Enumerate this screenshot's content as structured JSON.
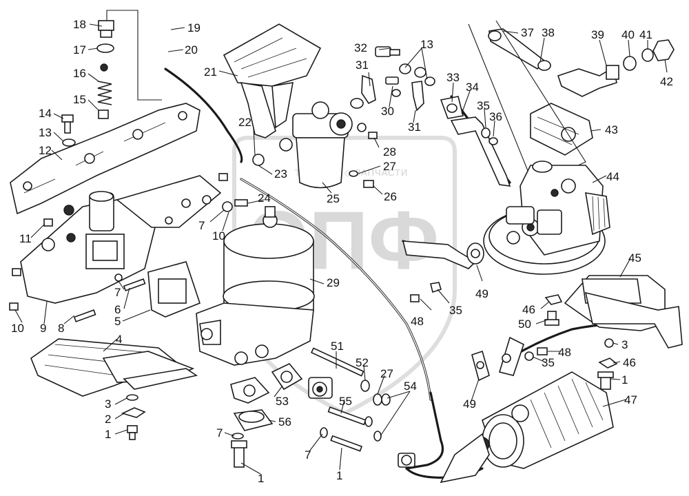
{
  "watermark": {
    "brand": "ЭПФ",
    "caption": "ТЕХНИКА ◇ ЗАПЧАСТИ"
  },
  "callouts": [
    {
      "id": "c18",
      "label": "18"
    },
    {
      "id": "c17",
      "label": "17"
    },
    {
      "id": "c16",
      "label": "16"
    },
    {
      "id": "c15",
      "label": "15"
    },
    {
      "id": "c14",
      "label": "14"
    },
    {
      "id": "c13a",
      "label": "13"
    },
    {
      "id": "c12",
      "label": "12"
    },
    {
      "id": "c11",
      "label": "11"
    },
    {
      "id": "c10a",
      "label": "10"
    },
    {
      "id": "c9",
      "label": "9"
    },
    {
      "id": "c8",
      "label": "8"
    },
    {
      "id": "c7a",
      "label": "7"
    },
    {
      "id": "c6",
      "label": "6"
    },
    {
      "id": "c5",
      "label": "5"
    },
    {
      "id": "c4",
      "label": "4"
    },
    {
      "id": "c3a",
      "label": "3"
    },
    {
      "id": "c2",
      "label": "2"
    },
    {
      "id": "c1a",
      "label": "1"
    },
    {
      "id": "c19",
      "label": "19"
    },
    {
      "id": "c20",
      "label": "20"
    },
    {
      "id": "c21",
      "label": "21"
    },
    {
      "id": "c22",
      "label": "22"
    },
    {
      "id": "c23",
      "label": "23"
    },
    {
      "id": "c24",
      "label": "24"
    },
    {
      "id": "c7b",
      "label": "7"
    },
    {
      "id": "c10b",
      "label": "10"
    },
    {
      "id": "c25",
      "label": "25"
    },
    {
      "id": "c26",
      "label": "26"
    },
    {
      "id": "c27a",
      "label": "27"
    },
    {
      "id": "c28",
      "label": "28"
    },
    {
      "id": "c29",
      "label": "29"
    },
    {
      "id": "c30",
      "label": "30"
    },
    {
      "id": "c31a",
      "label": "31"
    },
    {
      "id": "c31b",
      "label": "31"
    },
    {
      "id": "c32",
      "label": "32"
    },
    {
      "id": "c13b",
      "label": "13"
    },
    {
      "id": "c33",
      "label": "33"
    },
    {
      "id": "c34",
      "label": "34"
    },
    {
      "id": "c35a",
      "label": "35"
    },
    {
      "id": "c36",
      "label": "36"
    },
    {
      "id": "c37",
      "label": "37"
    },
    {
      "id": "c38",
      "label": "38"
    },
    {
      "id": "c39",
      "label": "39"
    },
    {
      "id": "c40",
      "label": "40"
    },
    {
      "id": "c41",
      "label": "41"
    },
    {
      "id": "c42",
      "label": "42"
    },
    {
      "id": "c43",
      "label": "43"
    },
    {
      "id": "c44",
      "label": "44"
    },
    {
      "id": "c45",
      "label": "45"
    },
    {
      "id": "c46a",
      "label": "46"
    },
    {
      "id": "c50",
      "label": "50"
    },
    {
      "id": "c48a",
      "label": "48"
    },
    {
      "id": "c35b",
      "label": "35"
    },
    {
      "id": "c49a",
      "label": "49"
    },
    {
      "id": "c48b",
      "label": "48"
    },
    {
      "id": "c35c",
      "label": "35"
    },
    {
      "id": "c3b",
      "label": "3"
    },
    {
      "id": "c46b",
      "label": "46"
    },
    {
      "id": "c1b",
      "label": "1"
    },
    {
      "id": "c47",
      "label": "47"
    },
    {
      "id": "c49b",
      "label": "49"
    },
    {
      "id": "c51",
      "label": "51"
    },
    {
      "id": "c52",
      "label": "52"
    },
    {
      "id": "c27b",
      "label": "27"
    },
    {
      "id": "c54",
      "label": "54"
    },
    {
      "id": "c53",
      "label": "53"
    },
    {
      "id": "c55",
      "label": "55"
    },
    {
      "id": "c56",
      "label": "56"
    },
    {
      "id": "c7c",
      "label": "7"
    },
    {
      "id": "c1c",
      "label": "1"
    },
    {
      "id": "c7d",
      "label": "7"
    },
    {
      "id": "c1d",
      "label": "1"
    }
  ]
}
